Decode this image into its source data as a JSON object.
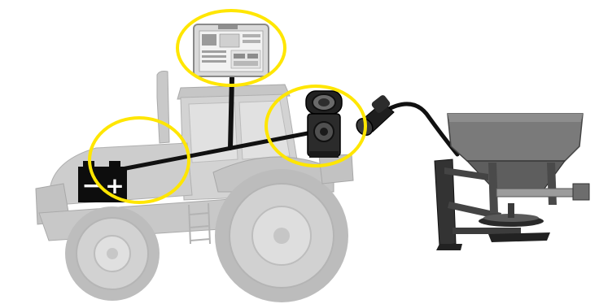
{
  "diagram": {
    "components": {
      "tractor": "tractor-icon",
      "display_terminal": "monitor-icon",
      "battery": "battery-icon",
      "connector_socket": "socket-icon",
      "plug": "plug-icon",
      "spreader": "fertilizer-spreader-icon"
    },
    "battery_labels": {
      "minus": "−",
      "plus": "+"
    },
    "highlighted_components": [
      "display_terminal",
      "battery",
      "connector_socket"
    ],
    "colors": {
      "highlight": "#ffe600",
      "cable": "#111111",
      "tractor_body": "#cfcfcf",
      "tyre": "#bdbdbd",
      "spreader": "#6a6a6a",
      "battery": "#0d0d0d"
    }
  }
}
